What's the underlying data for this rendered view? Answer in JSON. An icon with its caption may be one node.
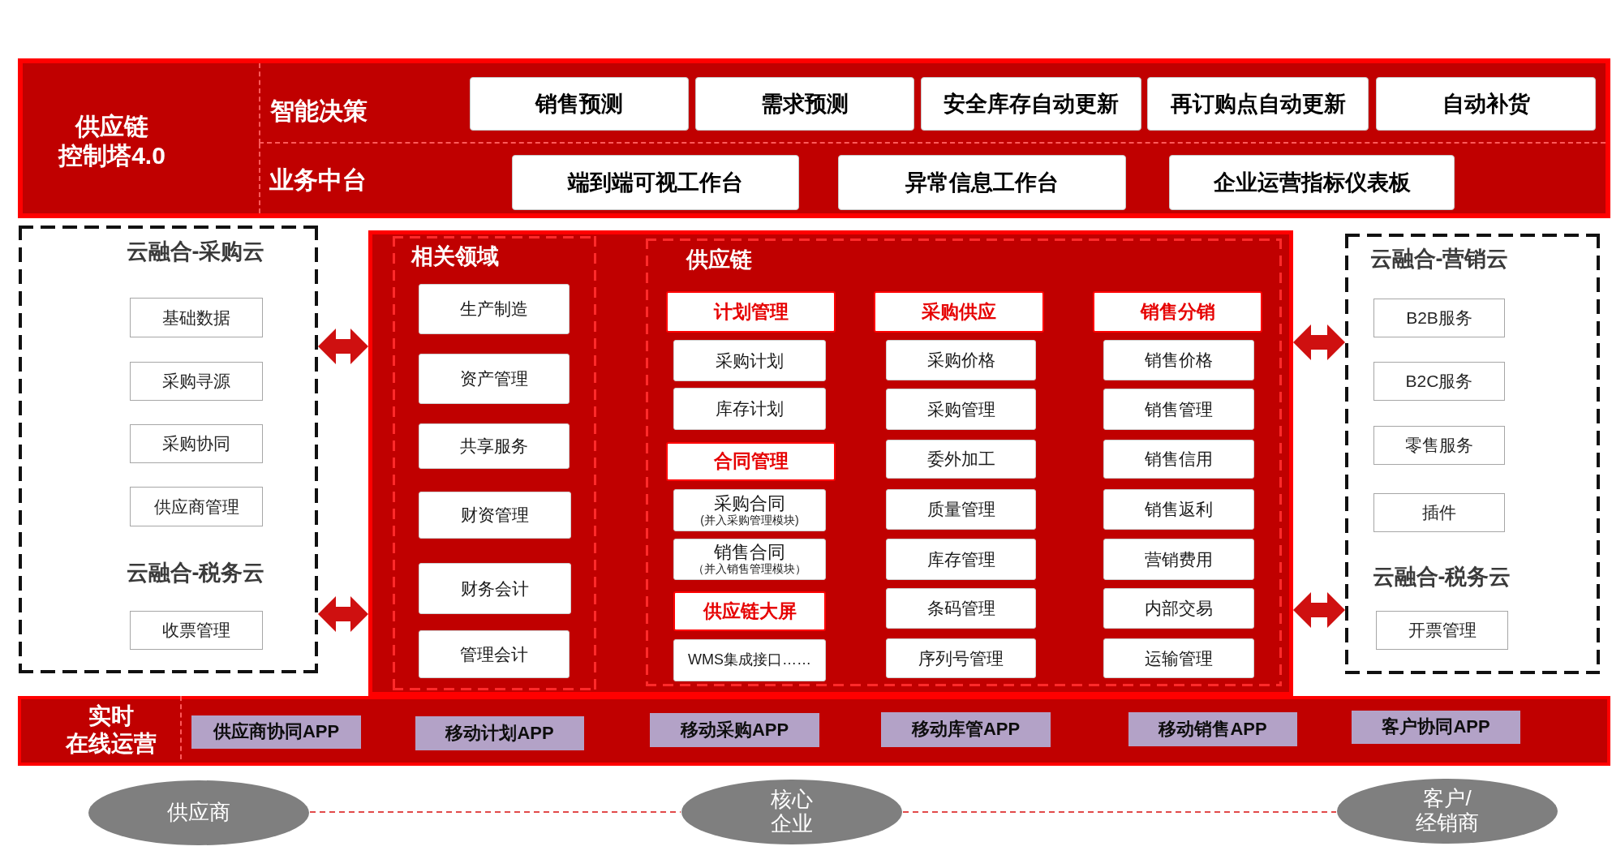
{
  "diagram": {
    "nodes": [
      {
        "text": [
          "供应链控制塔4.0"
        ]
      },
      {
        "text": [
          "智能决策"
        ],
        "in": 0
      },
      {
        "text": [
          "销售预测"
        ],
        "in": 1
      },
      {
        "text": [
          "需求预测"
        ],
        "in": 1
      },
      {
        "text": [
          "安全库存自动更新"
        ],
        "in": 1
      },
      {
        "text": [
          "再订购点自动更新"
        ],
        "in": 1
      },
      {
        "text": [
          "自动补货"
        ],
        "in": 1
      },
      {
        "text": [
          "业务中台"
        ],
        "in": 0
      },
      {
        "text": [
          "端到端可视工作台"
        ],
        "in": 7
      },
      {
        "text": [
          "异常信息工作台"
        ],
        "in": 7
      },
      {
        "text": [
          "企业运营指标仪表板"
        ],
        "in": 7
      },
      {
        "text": [
          "云融合-采购云",
          "云融合-税务云"
        ]
      },
      {
        "text": [
          "基础数据"
        ],
        "in": 11
      },
      {
        "text": [
          "采购寻源"
        ],
        "in": 11
      },
      {
        "text": [
          "采购协同"
        ],
        "in": 11
      },
      {
        "text": [
          "供应商管理"
        ],
        "in": 11
      },
      {
        "text": [
          "收票管理"
        ],
        "in": 11
      },
      {
        "text": [],
        "shape": "box"
      },
      {
        "text": [
          "相关领域"
        ],
        "in": 17
      },
      {
        "text": [
          "生产制造"
        ],
        "in": 18
      },
      {
        "text": [
          "资产管理"
        ],
        "in": 18
      },
      {
        "text": [
          "共享服务"
        ],
        "in": 18
      },
      {
        "text": [
          "财资管理"
        ],
        "in": 18
      },
      {
        "text": [
          "财务会计"
        ],
        "in": 18
      },
      {
        "text": [
          "管理会计"
        ],
        "in": 18
      },
      {
        "text": [
          "供应链"
        ],
        "in": 17
      },
      {
        "text": [
          "计划管理"
        ],
        "in": 25
      },
      {
        "text": [
          "采购计划"
        ],
        "in": 25
      },
      {
        "text": [
          "库存计划"
        ],
        "in": 25
      },
      {
        "text": [
          "合同管理"
        ],
        "in": 25
      },
      {
        "text": [
          "采购合同",
          "(并入采购管理模块)"
        ],
        "in": 25
      },
      {
        "text": [
          "销售合同",
          "（并入销售管理模块）"
        ],
        "in": 25
      },
      {
        "text": [
          "供应链大屏"
        ],
        "in": 25
      },
      {
        "text": [
          "WMS集成接口……"
        ],
        "in": 25
      },
      {
        "text": [
          "采购供应"
        ],
        "in": 25
      },
      {
        "text": [
          "采购价格"
        ],
        "in": 25
      },
      {
        "text": [
          "采购管理"
        ],
        "in": 25
      },
      {
        "text": [
          "委外加工"
        ],
        "in": 25
      },
      {
        "text": [
          "质量管理"
        ],
        "in": 25
      },
      {
        "text": [
          "库存管理"
        ],
        "in": 25
      },
      {
        "text": [
          "条码管理"
        ],
        "in": 25
      },
      {
        "text": [
          "序列号管理"
        ],
        "in": 25
      },
      {
        "text": [
          "销售分销"
        ],
        "in": 25
      },
      {
        "text": [
          "销售价格"
        ],
        "in": 25
      },
      {
        "text": [
          "销售管理"
        ],
        "in": 25
      },
      {
        "text": [
          "销售信用"
        ],
        "in": 25
      },
      {
        "text": [
          "销售返利"
        ],
        "in": 25
      },
      {
        "text": [
          "营销费用"
        ],
        "in": 25
      },
      {
        "text": [
          "内部交易"
        ],
        "in": 25
      },
      {
        "text": [
          "运输管理"
        ],
        "in": 25
      },
      {
        "text": [
          "云融合-营销云",
          "云融合-税务云"
        ]
      },
      {
        "text": [
          "B2B服务"
        ],
        "in": 50
      },
      {
        "text": [
          "B2C服务"
        ],
        "in": 50
      },
      {
        "text": [
          "零售服务"
        ],
        "in": 50
      },
      {
        "text": [
          "插件"
        ],
        "in": 50
      },
      {
        "text": [
          "开票管理"
        ],
        "in": 50
      },
      {
        "text": [
          "实时在线运营"
        ]
      },
      {
        "text": [
          "供应商协同APP"
        ],
        "in": 56
      },
      {
        "text": [
          "移动计划APP"
        ],
        "in": 56
      },
      {
        "text": [
          "移动采购APP"
        ],
        "in": 56
      },
      {
        "text": [
          "移动库管APP"
        ],
        "in": 56
      },
      {
        "text": [
          "移动销售APP"
        ],
        "in": 56
      },
      {
        "text": [
          "客户协同APP"
        ],
        "in": 56
      },
      {
        "text": [
          "供应商"
        ]
      },
      {
        "text": [
          "核心企业"
        ]
      },
      {
        "text": [
          "客户/经销商"
        ]
      }
    ],
    "edges": [
      {
        "from": 11,
        "to": 17,
        "arrow": "both"
      },
      {
        "from": 11,
        "to": 17,
        "arrow": "both"
      },
      {
        "from": 17,
        "to": 50,
        "arrow": "both"
      },
      {
        "from": 17,
        "to": 50,
        "arrow": "both"
      },
      {
        "from": 63,
        "to": 64,
        "arrow": "none",
        "style": "dashed"
      },
      {
        "from": 64,
        "to": 65,
        "arrow": "none",
        "style": "dashed"
      }
    ]
  }
}
